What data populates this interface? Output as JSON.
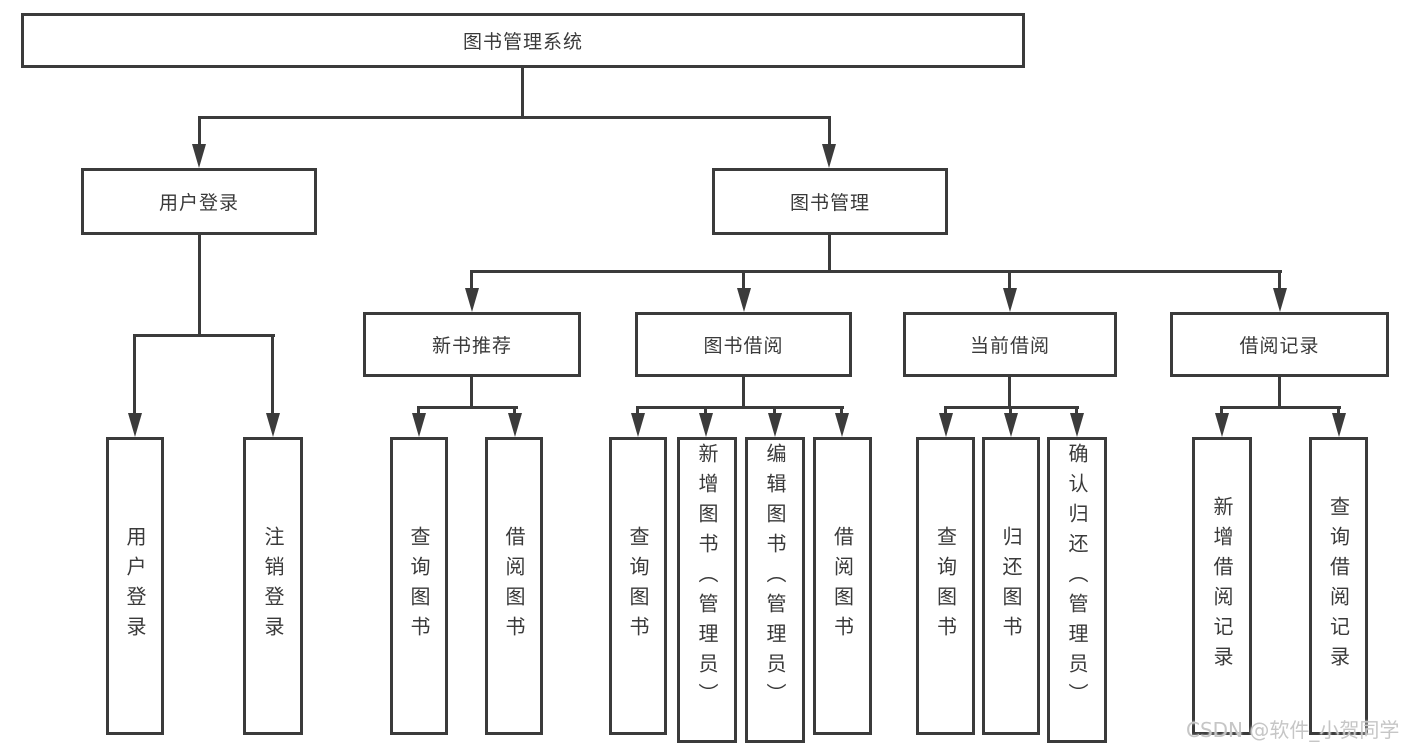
{
  "diagram": {
    "root": {
      "label": "图书管理系统"
    },
    "branches": [
      {
        "label": "用户登录",
        "children": [
          "用户登录",
          "注销登录"
        ]
      },
      {
        "label": "图书管理",
        "sections": [
          {
            "label": "新书推荐",
            "children": [
              "查询图书",
              "借阅图书"
            ]
          },
          {
            "label": "图书借阅",
            "children": [
              "查询图书",
              "新增图书（管理员）",
              "编辑图书（管理员）",
              "借阅图书"
            ]
          },
          {
            "label": "当前借阅",
            "children": [
              "查询图书",
              "归还图书",
              "确认归还（管理员）"
            ]
          },
          {
            "label": "借阅记录",
            "children": [
              "新增借阅记录",
              "查询借阅记录"
            ]
          }
        ]
      }
    ],
    "watermark": "CSDN @软件_小贺同学",
    "colors": {
      "line": "#3b3b3b",
      "text": "#3a3a3a",
      "background": "#ffffff",
      "watermark": "#c6c6c6"
    }
  }
}
